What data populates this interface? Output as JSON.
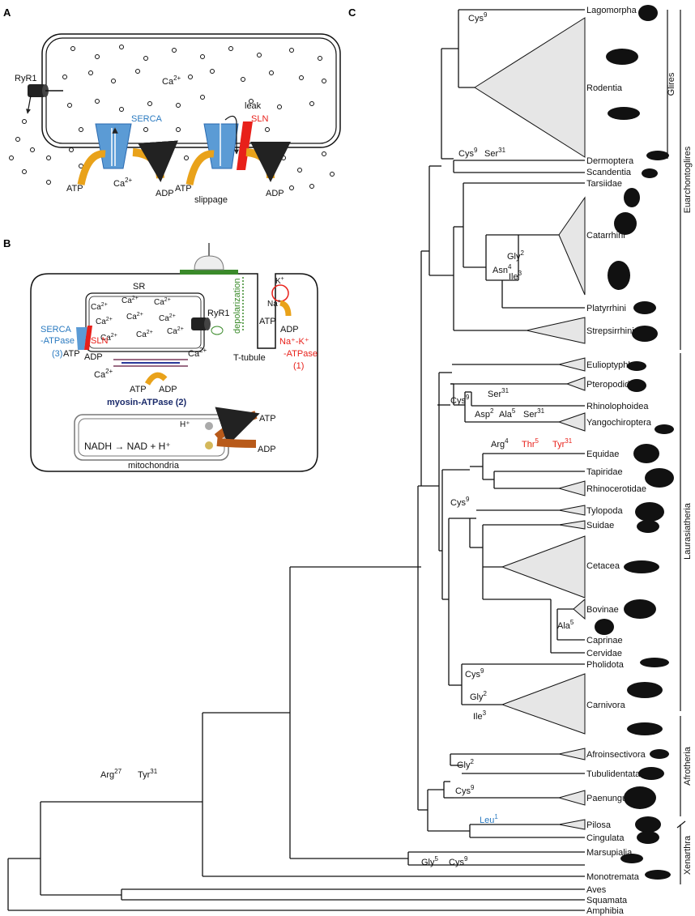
{
  "panels": {
    "a": "A",
    "b": "B",
    "c": "C"
  },
  "panel_a": {
    "ryr1": "RyR1",
    "ca": "Ca",
    "ca_sup": "2+",
    "serca": "SERCA",
    "leak": "leak",
    "sln": "SLN",
    "atp": "ATP",
    "adp": "ADP",
    "slippage": "slippage"
  },
  "panel_b": {
    "sr": "SR",
    "ca": "Ca",
    "ca_sup": "2+",
    "ryr1": "RyR1",
    "depolarization": "depolarization",
    "k": "K",
    "k_sup": "+",
    "na": "Na",
    "na_sup": "+",
    "atp": "ATP",
    "adp": "ADP",
    "nak_line1": "Na⁺-K⁺",
    "nak_line2": "-ATPase",
    "nak_num": "(1)",
    "ttubule": "T-tubule",
    "serca_line1": "SERCA",
    "serca_line2": "-ATPase",
    "serca_num": "(3)",
    "sln": "SLN",
    "myosin": "myosin-ATPase (2)",
    "h": "H⁺",
    "nadh": "NADH → NAD + H⁺",
    "mito": "mitochondria"
  },
  "panel_c": {
    "taxa": [
      "Lagomorpha",
      "Rodentia",
      "Dermoptera",
      "Scandentia",
      "Tarsiidae",
      "Catarrhini",
      "Platyrrhini",
      "Strepsirrhini",
      "Eulioptyphla",
      "Pteropodidae",
      "Rhinolophoidea",
      "Yangochiroptera",
      "Equidae",
      "Tapiridae",
      "Rhinocerotidae",
      "Tylopoda",
      "Suidae",
      "Cetacea",
      "Bovinae",
      "Caprinae",
      "Cervidae",
      "Pholidota",
      "Carnivora",
      "Afroinsectivora",
      "Tubulidentata",
      "Paenungulata",
      "Pilosa",
      "Cingulata",
      "Marsupialia",
      "Monotremata",
      "Aves",
      "Squamata",
      "Amphibia"
    ],
    "clades": [
      "Glires",
      "Euarchontoglires",
      "Laurasiatheria",
      "Afrotheria",
      "Xenarthra"
    ],
    "mutations": {
      "cys": "Cys",
      "ser": "Ser",
      "gly": "Gly",
      "ile": "Ile",
      "asn": "Asn",
      "asp": "Asp",
      "ala": "Ala",
      "arg": "Arg",
      "thr": "Thr",
      "tyr": "Tyr",
      "leu": "Leu",
      "n9": "9",
      "n31": "31",
      "n2": "2",
      "n3": "3",
      "n4": "4",
      "n5": "5",
      "n27": "27",
      "n1": "1"
    }
  },
  "colors": {
    "blue": "#2a7ac0",
    "red": "#e8201a",
    "orange": "#e9a21a",
    "brown": "#b85a1a",
    "green": "#3a8a2a",
    "gray": "#e6e6e6"
  }
}
